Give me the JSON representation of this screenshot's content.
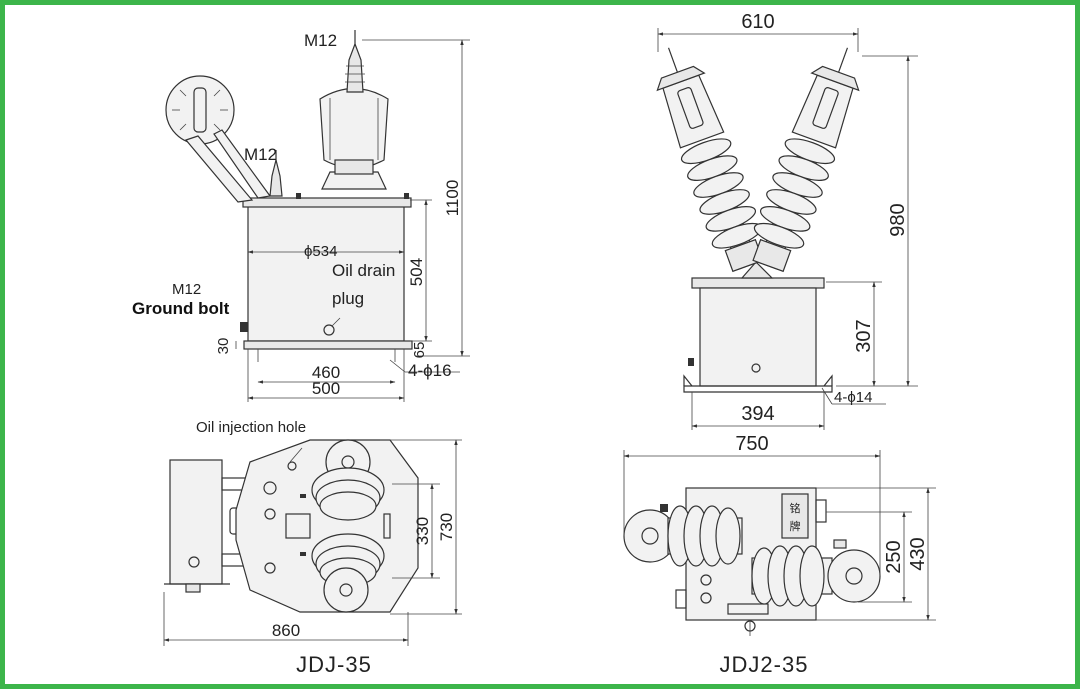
{
  "colors": {
    "border": "#3cb54a",
    "line": "#333333",
    "background": "#ffffff"
  },
  "left_side_view": {
    "labels": {
      "m12_top": "M12",
      "m12_arm": "M12",
      "m12_ground": "M12",
      "ground_bolt": "Ground bolt",
      "diameter": "ϕ534",
      "oil_drain": "Oil drain",
      "plug": "plug",
      "hole_spec": "4-ϕ16"
    },
    "dimensions": {
      "height": "1100",
      "tank_height": "504",
      "base_30": "30",
      "base_65": "65",
      "width_460": "460",
      "width_500": "500"
    }
  },
  "right_side_view": {
    "dimensions": {
      "top_span": "610",
      "height": "980",
      "tank_height": "307",
      "base_width": "394"
    },
    "labels": {
      "hole_spec": "4-ϕ14"
    }
  },
  "left_top_view": {
    "labels": {
      "oil_injection": "Oil injection hole",
      "title": "JDJ-35"
    },
    "dimensions": {
      "d330": "330",
      "d730": "730",
      "d860": "860"
    }
  },
  "right_top_view": {
    "labels": {
      "nameplate_1": "铭",
      "nameplate_2": "牌",
      "title": "JDJ2-35"
    },
    "dimensions": {
      "d750": "750",
      "d250": "250",
      "d430": "430"
    }
  }
}
